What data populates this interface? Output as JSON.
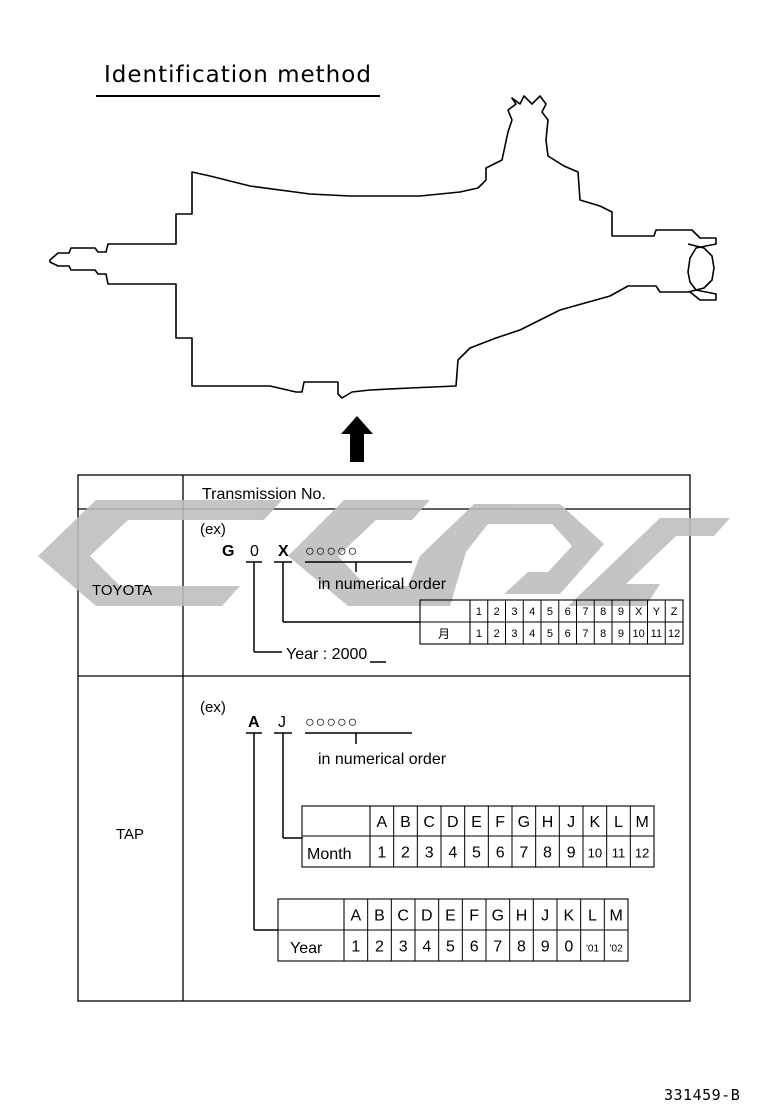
{
  "title": "Identification method",
  "figure_code": "331459-B",
  "header": {
    "label": "Transmission No."
  },
  "toyota": {
    "maker": "TOYOTA",
    "ex": "(ex)",
    "code": [
      "G",
      "0",
      "X"
    ],
    "serial": "○○○○○",
    "numerical": "in numerical order",
    "year_note": "Year : 2000",
    "month_kanji": "月",
    "month_codes": [
      "1",
      "2",
      "3",
      "4",
      "5",
      "6",
      "7",
      "8",
      "9",
      "X",
      "Y",
      "Z"
    ],
    "month_values": [
      "1",
      "2",
      "3",
      "4",
      "5",
      "6",
      "7",
      "8",
      "9",
      "10",
      "11",
      "12"
    ]
  },
  "tap": {
    "maker": "TAP",
    "ex": "(ex)",
    "code": [
      "A",
      "J"
    ],
    "serial": "○○○○○",
    "numerical": "in numerical order",
    "month_label": "Month",
    "month_codes": [
      "A",
      "B",
      "C",
      "D",
      "E",
      "F",
      "G",
      "H",
      "J",
      "K",
      "L",
      "M"
    ],
    "month_values": [
      "1",
      "2",
      "3",
      "4",
      "5",
      "6",
      "7",
      "8",
      "9",
      "10",
      "11",
      "12"
    ],
    "year_label": "Year",
    "year_codes": [
      "A",
      "B",
      "C",
      "D",
      "E",
      "F",
      "G",
      "H",
      "J",
      "K",
      "L",
      "M"
    ],
    "year_values": [
      "1",
      "2",
      "3",
      "4",
      "5",
      "6",
      "7",
      "8",
      "9",
      "0",
      "'01",
      "'02"
    ]
  },
  "watermark_color": "#bdbdbd"
}
